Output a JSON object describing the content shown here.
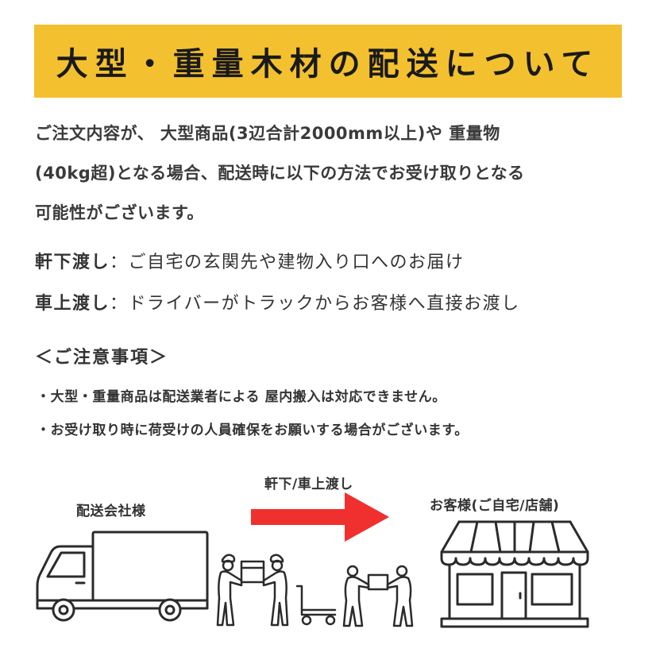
{
  "banner": {
    "title": "大型・重量木材の配送について",
    "bg_color": "#F3C12F"
  },
  "intro": {
    "lines": [
      "ご注文内容が、 大型商品(3辺合計2000mm以上)や 重量物",
      "(40kg超)となる場合、配送時に以下の方法でお受け取りとなる",
      "可能性がございます。"
    ]
  },
  "methods": [
    {
      "term": "軒下渡し",
      "separator": "：",
      "description": "ご自宅の玄関先や建物入り口へのお届け"
    },
    {
      "term": "車上渡し",
      "separator": "：",
      "description": "ドライバーがトラックからお客様へ直接お渡し"
    }
  ],
  "notes": {
    "heading": "＜ご注意事項＞",
    "items": [
      "・大型・重量商品は配送業者による 屋内搬入は対応できません。",
      "・お受け取り時に荷受けの人員確保をお願いする場合がございます。"
    ]
  },
  "diagram": {
    "shipper_label": "配送会社様",
    "method_label": "軒下/車上渡し",
    "customer_label": "お客様(ご自宅/店舗)",
    "arrow_color": "#F0302E",
    "icons": [
      "truck-icon",
      "two-people-carrying-box-icon",
      "hand-truck-icon",
      "people-handing-box-icon",
      "storefront-icon"
    ]
  }
}
